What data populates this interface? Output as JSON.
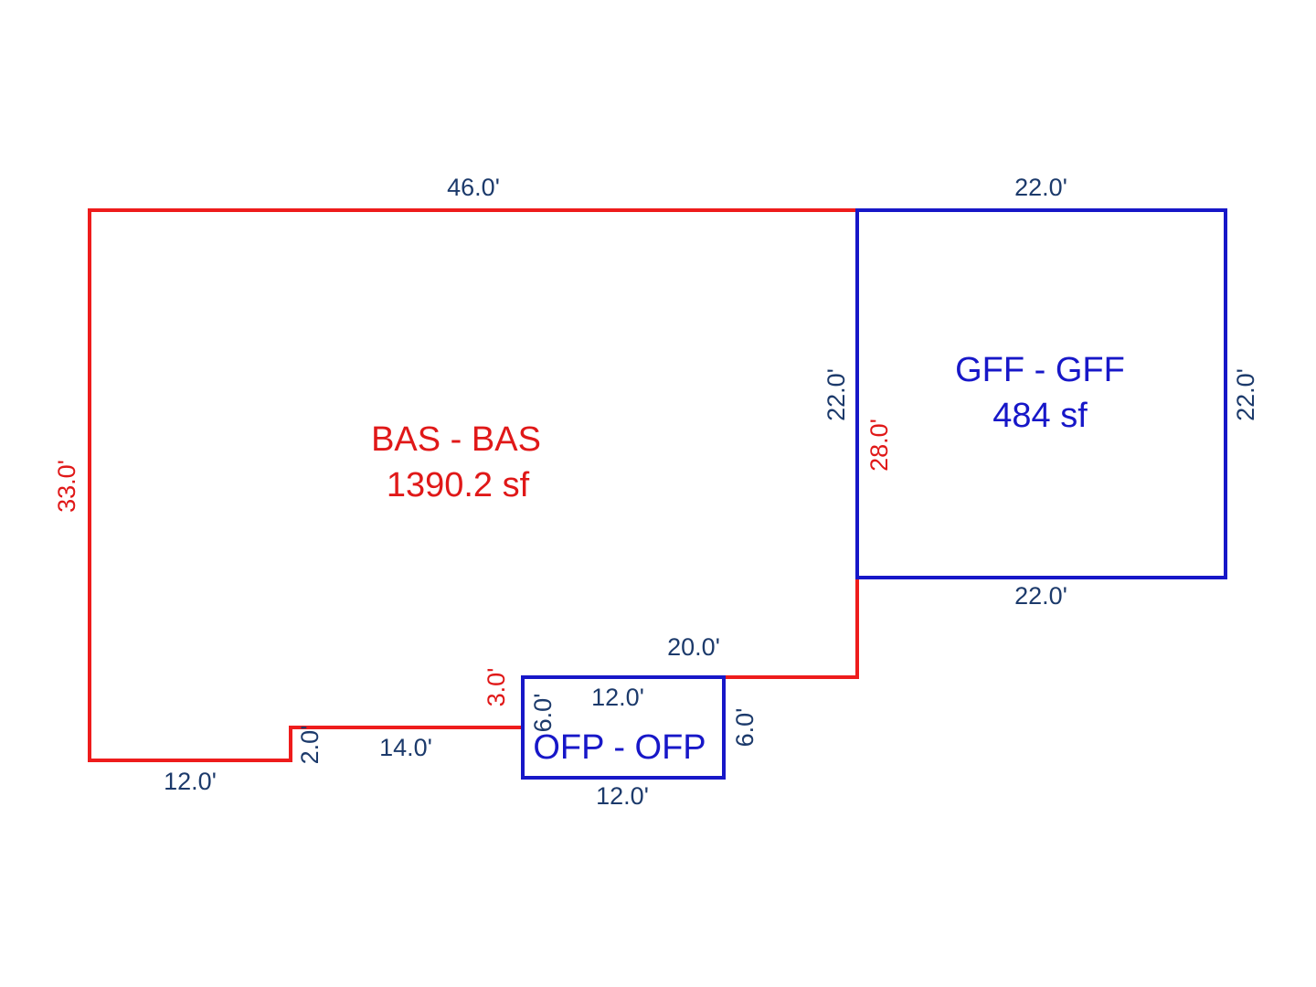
{
  "colors": {
    "background": "#ffffff",
    "bas_outline": "#ee1c1c",
    "bas_text": "#e01818",
    "addition_outline": "#1717c8",
    "addition_text": "#1717c8",
    "dimension_text": "#1c3a6b"
  },
  "areas": {
    "bas": {
      "name": "BAS - BAS",
      "area": "1390.2 sf"
    },
    "gff": {
      "name": "GFF - GFF",
      "area": "484 sf"
    },
    "ofp": {
      "name": "OFP - OFP"
    }
  },
  "dimensions": {
    "bas_top": "46.0'",
    "bas_left": "33.0'",
    "bas_bottom_left": "12.0'",
    "bas_step": "2.0'",
    "bas_bottom_mid": "14.0'",
    "bas_notch": "3.0'",
    "bas_bottom_right": "20.0'",
    "bas_right": "28.0'",
    "gff_top": "22.0'",
    "gff_bottom": "22.0'",
    "gff_left": "22.0'",
    "gff_right": "22.0'",
    "ofp_top": "12.0'",
    "ofp_bottom": "12.0'",
    "ofp_left": "6.0'",
    "ofp_right": "6.0'"
  }
}
